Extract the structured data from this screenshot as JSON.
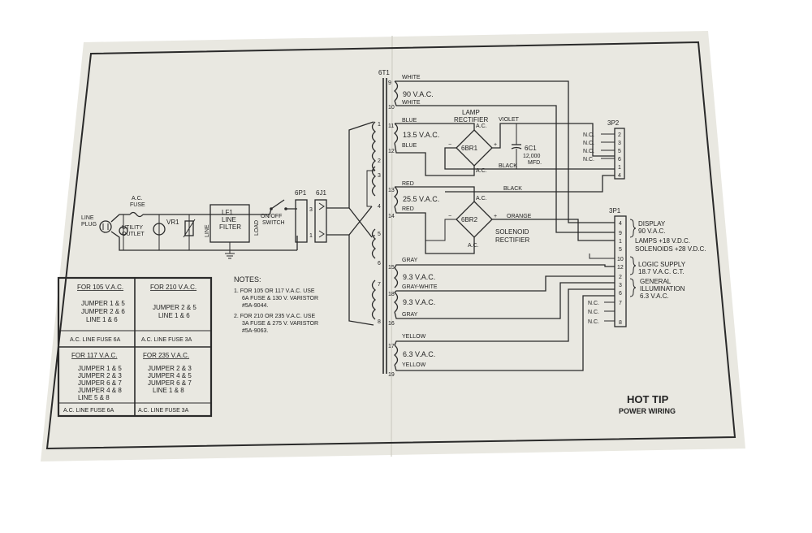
{
  "colors": {
    "paper": "#e9e8e1",
    "ink": "#2a2a2a",
    "background": "#ffffff"
  },
  "title": "HOT TIP",
  "subtitle": "POWER WIRING",
  "left": {
    "line_plug": [
      "LINE",
      "PLUG"
    ],
    "ac_fuse": [
      "A.C.",
      "FUSE"
    ],
    "utility_outlet": [
      "UTILITY",
      "OUTLET"
    ],
    "vr1": "VR1",
    "lf1": [
      "LF1",
      "LINE",
      "FILTER"
    ],
    "line_tag": "LINE",
    "load_tag": "LOAD",
    "switch": [
      "ON/OFF",
      "SWITCH"
    ],
    "p6": "6P1",
    "j6": "6J1",
    "pin3": "3",
    "pin1": "1"
  },
  "jumpers": {
    "c105": {
      "heading": "FOR 105 V.A.C.",
      "lines": [
        "JUMPER 1 & 5",
        "JUMPER 2 & 6",
        "LINE 1 & 6"
      ],
      "fuse": "A.C. LINE FUSE 6A"
    },
    "c210": {
      "heading": "FOR 210 V.A.C.",
      "lines": [
        "JUMPER 2 & 5",
        "LINE 1 & 6"
      ],
      "fuse": "A.C. LINE FUSE 3A"
    },
    "c117": {
      "heading": "FOR 117 V.A.C.",
      "lines": [
        "JUMPER 1 & 5",
        "JUMPER 2 & 3",
        "JUMPER 6 & 7",
        "JUMPER 4 & 8",
        "LINE 5 & 8"
      ],
      "fuse": "A.C. LINE FUSE 6A"
    },
    "c235": {
      "heading": "FOR 235 V.A.C.",
      "lines": [
        "JUMPER 2 & 3",
        "JUMPER 4 & 5",
        "JUMPER 6 & 7",
        "LINE 1 & 8"
      ],
      "fuse": "A.C. LINE FUSE 3A"
    }
  },
  "notes": {
    "heading": "NOTES:",
    "n1": [
      "1. FOR 105 OR 117 V.A.C. USE",
      "6A FUSE & 130 V. VARISTOR",
      "#5A-9044."
    ],
    "n2": [
      "2. FOR 210 OR 235 V.A.C. USE",
      "3A FUSE & 275 V. VARISTOR",
      "#5A-9063."
    ]
  },
  "transformer": {
    "name": "6T1",
    "primary_pins": [
      "1",
      "2",
      "3",
      "4",
      "5",
      "6",
      "7",
      "8"
    ],
    "sec": {
      "s1": {
        "top": "9",
        "bottom": "10",
        "voltage": "90 V.A.C.",
        "color_top": "WHITE",
        "color_bottom": "WHITE"
      },
      "s2": {
        "top": "11",
        "bottom": "12",
        "voltage": "13.5 V.A.C.",
        "color_top": "BLUE",
        "color_bottom": "BLUE"
      },
      "s3": {
        "top": "13",
        "bottom": "14",
        "voltage": "25.5 V.A.C.",
        "color_top": "RED",
        "color_bottom": "RED"
      },
      "s4": {
        "top": "15",
        "center": "18",
        "bottom": "16",
        "voltage_top": "9.3 V.A.C.",
        "voltage_bottom": "9.3 V.A.C.",
        "color_top": "GRAY",
        "color_center": "GRAY-WHITE",
        "color_bottom": "GRAY"
      },
      "s5": {
        "top": "17",
        "bottom": "19",
        "voltage": "6.3 V.A.C.",
        "color_top": "YELLOW",
        "color_bottom": "YELLOW"
      }
    }
  },
  "rect1": {
    "title": [
      "LAMP",
      "RECTIFIER"
    ],
    "name": "6BR1",
    "ac_top": "A.C.",
    "ac_bottom": "A.C.",
    "minus": "−",
    "plus": "+"
  },
  "cap": {
    "name": "6C1",
    "value": "12,000",
    "unit": "MFD."
  },
  "rect2": {
    "title": [
      "SOLENOID",
      "RECTIFIER"
    ],
    "name": "6BR2",
    "ac_top": "A.C.",
    "ac_bottom": "A.C.",
    "minus": "−",
    "plus": "+"
  },
  "wire_labels": {
    "violet": "VIOLET",
    "black1": "BLACK",
    "black2": "BLACK",
    "orange": "ORANGE"
  },
  "p32": {
    "name": "3P2",
    "pins": [
      "2",
      "3",
      "5",
      "6",
      "1",
      "4"
    ],
    "nc": [
      "N.C.",
      "N.C.",
      "N.C.",
      "N.C."
    ]
  },
  "p31": {
    "name": "3P1",
    "pins": [
      "4",
      "9",
      "1",
      "5",
      "10",
      "12",
      "2",
      "3",
      "6",
      "7",
      "8"
    ],
    "nc": [
      "N.C.",
      "N.C.",
      "N.C."
    ],
    "display": [
      "DISPLAY",
      "90 V.A.C."
    ],
    "lamps": "LAMPS +18 V.D.C.",
    "solenoids": "SOLENOIDS +28 V.D.C.",
    "logic": [
      "LOGIC SUPPLY",
      "18.7 V.A.C. C.T."
    ],
    "general": [
      "GENERAL",
      "ILLUMINATION",
      "6.3 V.A.C."
    ]
  }
}
